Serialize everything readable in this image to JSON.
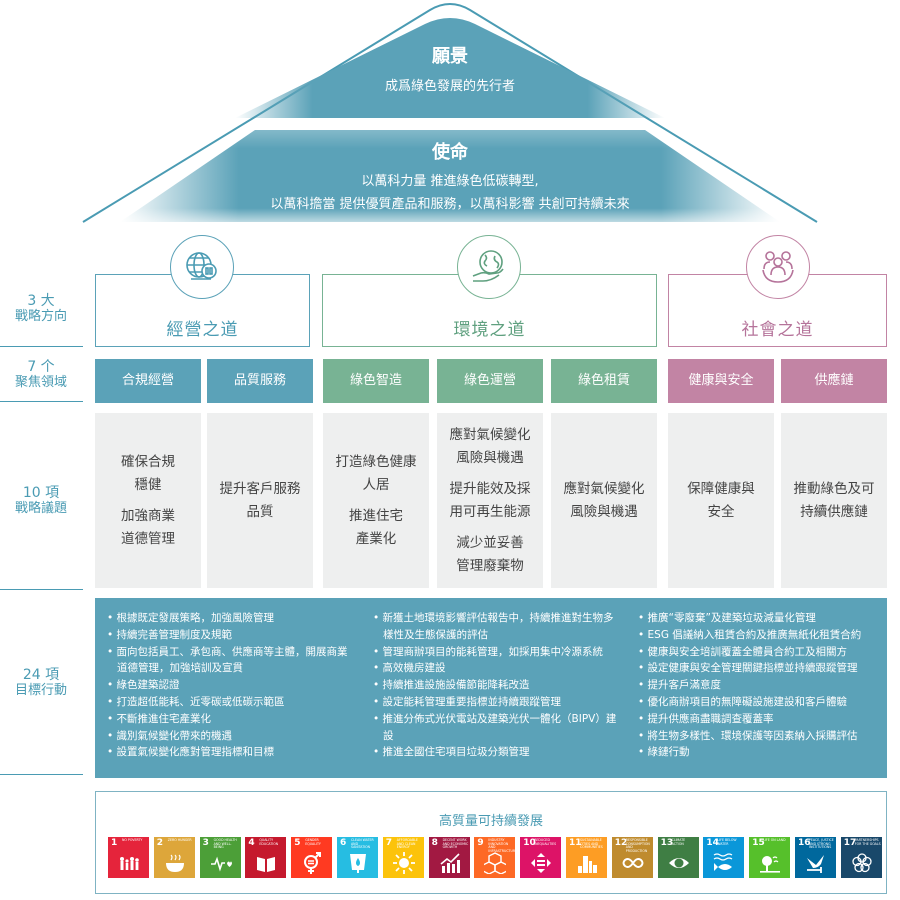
{
  "pyramid": {
    "vision_title": "願景",
    "vision_text": "成爲綠色發展的先行者",
    "mission_title": "使命",
    "mission_line1": "以萬科力量 推進綠色低碳轉型,",
    "mission_line2": "以萬科擔當  提供優質產品和服務，以萬科影響    共創可持續未來"
  },
  "left_labels": {
    "directions": {
      "count": "3 大",
      "label": "戰略方向"
    },
    "focus": {
      "count": "7 个",
      "label": "聚焦領域"
    },
    "issues": {
      "count": "10 項",
      "label": "戰略議題"
    },
    "actions": {
      "count": "24 項",
      "label": "目標行動"
    }
  },
  "directions": [
    {
      "title": "經營之道",
      "icon": "globe-chart-icon",
      "color": "#5ba2b8"
    },
    {
      "title": "環境之道",
      "icon": "earth-in-hand-icon",
      "color": "#78b394"
    },
    {
      "title": "社會之道",
      "icon": "community-people-icon",
      "color": "#c284a4"
    }
  ],
  "focus_areas": [
    "合規經營",
    "品質服務",
    "綠色智造",
    "綠色運營",
    "綠色租賃",
    "健康與安全",
    "供應鏈"
  ],
  "issues": [
    {
      "lines": [
        "確保合規\n穩健",
        "加強商業\n道德管理"
      ]
    },
    {
      "lines": [
        "提升客戶服務\n品質"
      ]
    },
    {
      "lines": [
        "打造綠色健康\n人居",
        "推進住宅\n產業化"
      ]
    },
    {
      "lines": [
        "應對氣候變化\n風險與機遇",
        "提升能效及採\n用可再生能源",
        "減少並妥善\n管理廢棄物"
      ]
    },
    {
      "lines": [
        "應對氣候變化\n風險與機遇"
      ]
    },
    {
      "lines": [
        "保障健康與\n安全"
      ]
    },
    {
      "lines": [
        "推動綠色及可\n持續供應鏈"
      ]
    }
  ],
  "actions": {
    "col1": [
      "根據既定發展策略，加強風險管理",
      "持續完善管理制度及規範",
      "面向包括員工、承包商、供應商等主體，開展商業道德管理，加強培訓及宣貫",
      "綠色建築認證",
      "打造超低能耗、近零碳或低碳示範區",
      "不斷推進住宅產業化",
      "識別氣候變化帶來的機遇",
      "設置氣候變化應對管理指標和目標"
    ],
    "col2": [
      "新獲土地環境影響評估報告中，持續推進對生物多樣性及生態保護的評估",
      "管理商辦項目的能耗管理，如採用集中冷源系統",
      "高效機房建設",
      "持續推進設施設備節能降耗改造",
      "設定能耗管理重要指標並持續跟蹤管理",
      "推進分佈式光伏電站及建築光伏一體化（BIPV）建設",
      "推進全國住宅項目垃圾分類管理"
    ],
    "col3": [
      "推廣“零廢棄”及建築垃圾減量化管理",
      "ESG 倡議納入租賃合約及推廣無紙化租賃合約",
      "健康與安全培訓覆蓋全體員合約工及相關方",
      "設定健康與安全管理關鍵指標並持續跟蹤管理",
      "提升客戶滿意度",
      "優化商辦項目的無障礙設施建設和客戶體驗",
      "提升供應商盡職調查覆蓋率",
      "將生物多樣性、環境保護等因素納入採購評估",
      "綠鏈行動"
    ]
  },
  "sdg": {
    "title": "高質量可持續發展",
    "goals": [
      {
        "n": "1",
        "t": "No Poverty",
        "color": "#e5243b",
        "icon": "people-icon"
      },
      {
        "n": "2",
        "t": "Zero Hunger",
        "color": "#dda63a",
        "icon": "bowl-icon"
      },
      {
        "n": "3",
        "t": "Good Health and Well-Being",
        "color": "#4c9f38",
        "icon": "heartbeat-icon"
      },
      {
        "n": "4",
        "t": "Quality Education",
        "color": "#c5192d",
        "icon": "book-icon"
      },
      {
        "n": "5",
        "t": "Gender Equality",
        "color": "#ff3a21",
        "icon": "gender-icon"
      },
      {
        "n": "6",
        "t": "Clean Water and Sanitation",
        "color": "#26bde2",
        "icon": "water-drop-icon"
      },
      {
        "n": "7",
        "t": "Affordable and Clean Energy",
        "color": "#fcc30b",
        "icon": "sun-icon"
      },
      {
        "n": "8",
        "t": "Decent Work and Economic Growth",
        "color": "#a21942",
        "icon": "growth-chart-icon"
      },
      {
        "n": "9",
        "t": "Industry Innovation and Infrastructure",
        "color": "#fd6925",
        "icon": "cubes-icon"
      },
      {
        "n": "10",
        "t": "Reduced Inequalities",
        "color": "#dd1367",
        "icon": "equal-arrows-icon"
      },
      {
        "n": "11",
        "t": "Sustainable Cities and Communities",
        "color": "#fd9d24",
        "icon": "city-icon"
      },
      {
        "n": "12",
        "t": "Responsible Consumption and Production",
        "color": "#bf8b2e",
        "icon": "infinity-icon"
      },
      {
        "n": "13",
        "t": "Climate Action",
        "color": "#3f7e44",
        "icon": "eye-earth-icon"
      },
      {
        "n": "14",
        "t": "Life Below Water",
        "color": "#0a97d9",
        "icon": "fish-icon"
      },
      {
        "n": "15",
        "t": "Life on Land",
        "color": "#56c02b",
        "icon": "tree-icon"
      },
      {
        "n": "16",
        "t": "Peace, Justice and Strong Institutions",
        "color": "#00689d",
        "icon": "dove-icon"
      },
      {
        "n": "17",
        "t": "Partnerships for the Goals",
        "color": "#19486a",
        "icon": "rings-icon"
      }
    ]
  }
}
